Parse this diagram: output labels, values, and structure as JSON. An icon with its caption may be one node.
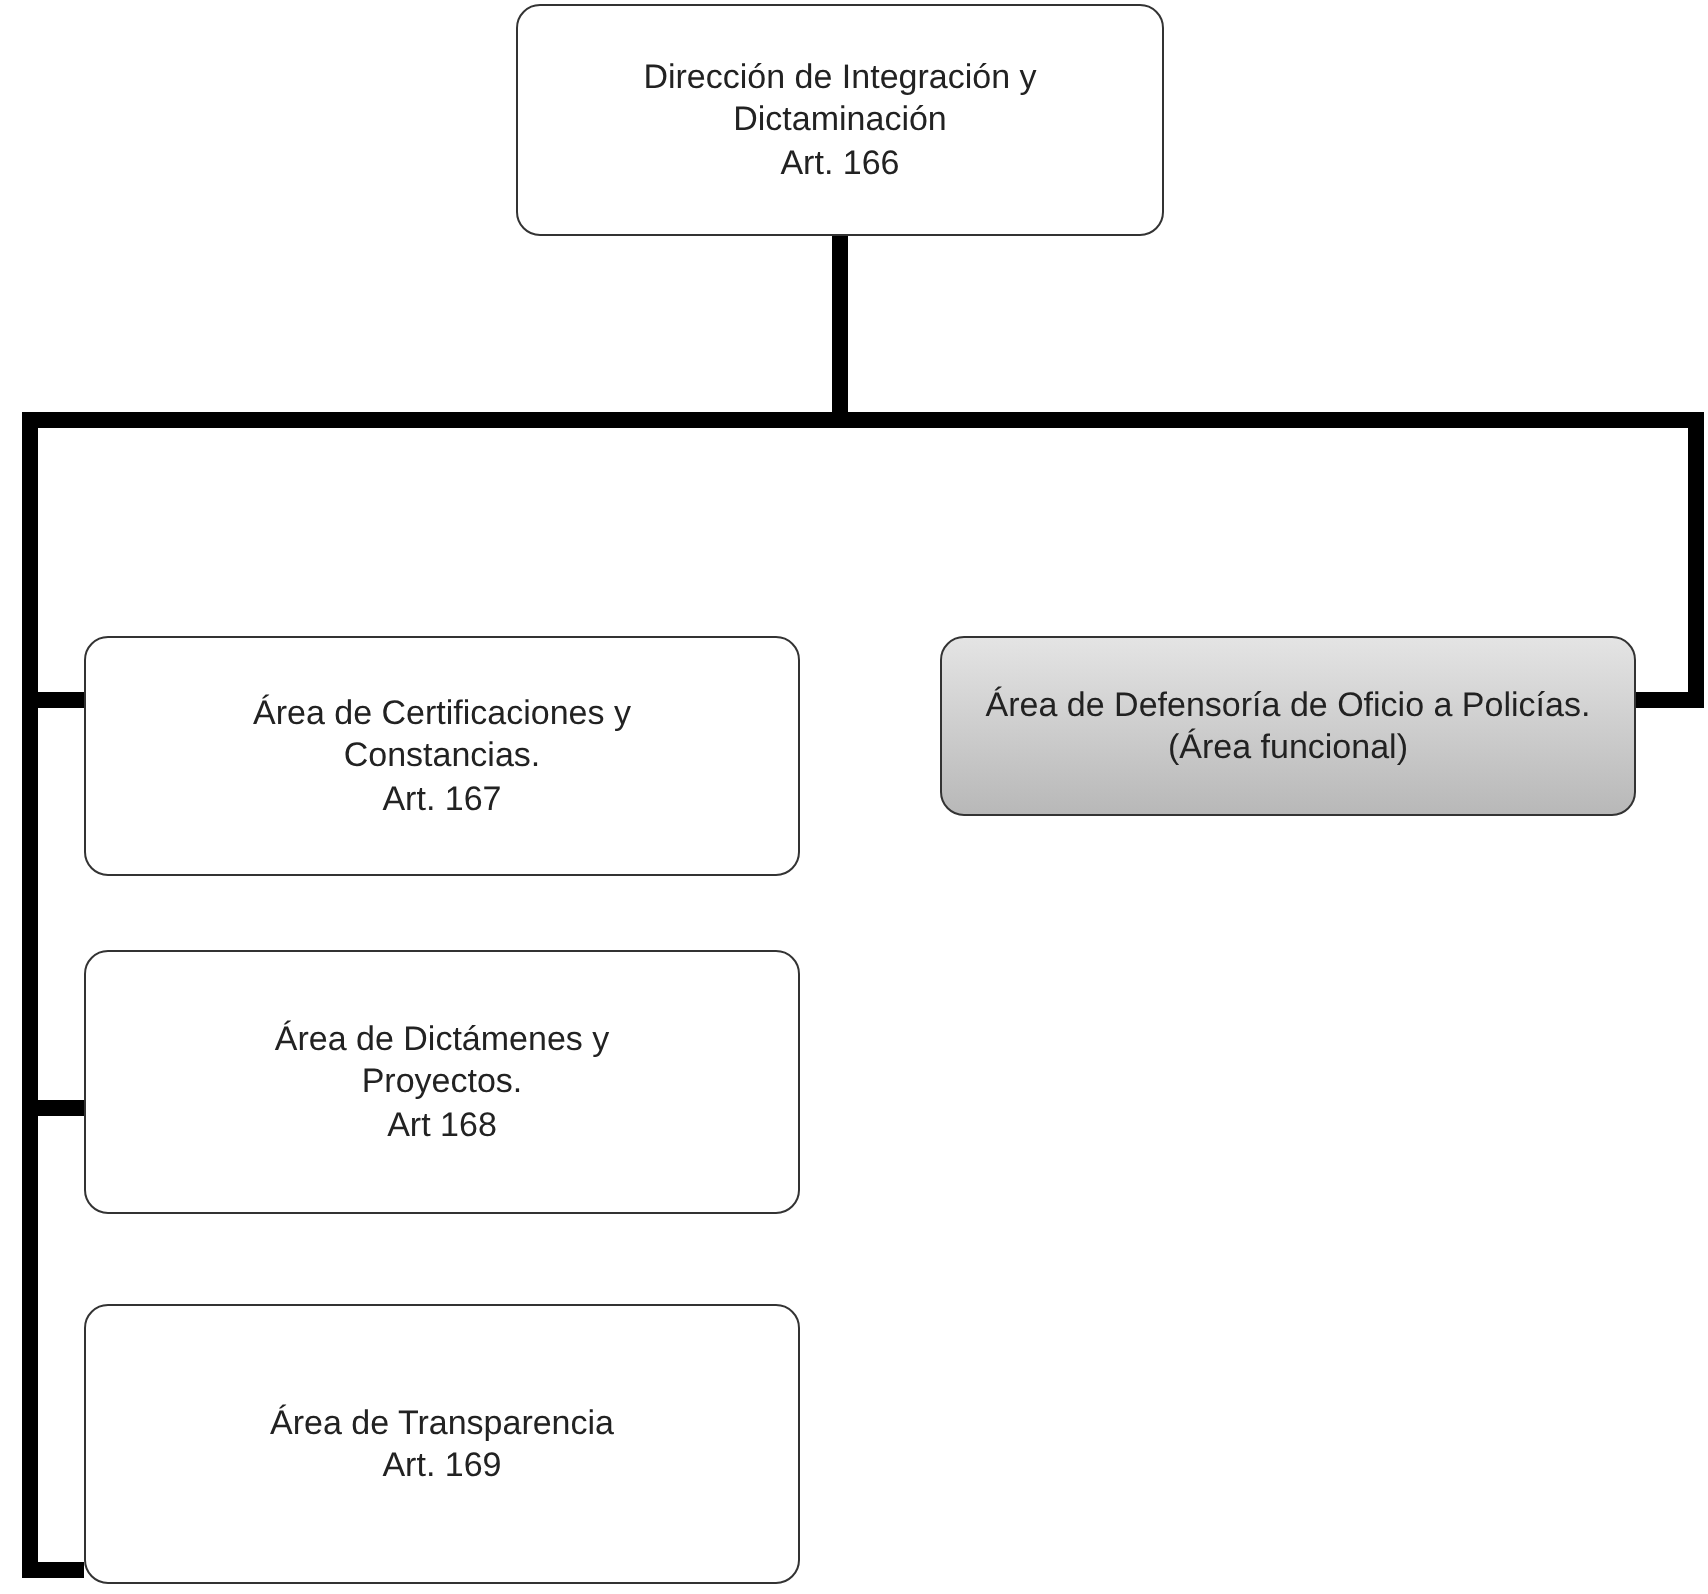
{
  "diagram": {
    "nodes": [
      {
        "text": [
          "Dirección de Integración y Dictaminación",
          "Art. 166"
        ]
      },
      {
        "text": [
          "Área de Certificaciones y Constancias.",
          "Art. 167"
        ]
      },
      {
        "text": [
          "Área de Dictámenes y Proyectos.",
          "Art 168"
        ]
      },
      {
        "text": [
          "Área de Transparencia",
          "Art. 169"
        ]
      },
      {
        "text": [
          "Área de Defensoría de Oficio a Policías.",
          "(Área funcional)"
        ]
      }
    ],
    "edges": [
      {
        "from": 0,
        "to": 1,
        "arrow": "none"
      },
      {
        "from": 0,
        "to": 2,
        "arrow": "none"
      },
      {
        "from": 0,
        "to": 3,
        "arrow": "none"
      },
      {
        "from": 0,
        "to": 4,
        "arrow": "none"
      }
    ]
  }
}
